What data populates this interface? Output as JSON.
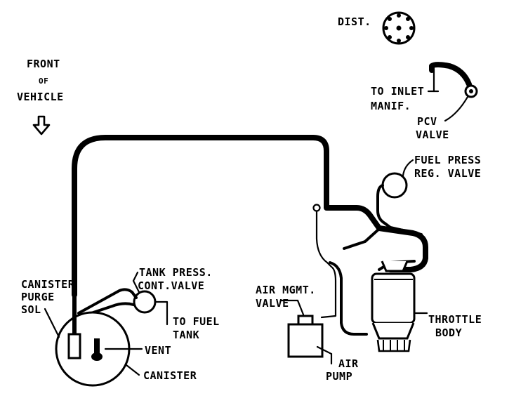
{
  "labels": {
    "dist": "DIST.",
    "front_line1": "FRONT",
    "front_line2": "OF",
    "front_line3": "VEHICLE",
    "to_inlet_line1": "TO INLET",
    "to_inlet_line2": "MANIF.",
    "pcv_line1": "PCV",
    "pcv_line2": "VALVE",
    "fuel_press_line1": "FUEL PRESS",
    "fuel_press_line2": "REG. VALVE",
    "tank_press_line1": "TANK PRESS.",
    "tank_press_line2": "CONT.VALVE",
    "to_fuel_tank_line1": "TO FUEL",
    "to_fuel_tank_line2": "TANK",
    "canister_purge_line1": "CANISTER",
    "canister_purge_line2": "PURGE",
    "canister_purge_line3": "SOL",
    "vent": "VENT",
    "canister": "CANISTER",
    "air_mgmt_line1": "AIR MGMT.",
    "air_mgmt_line2": "VALVE",
    "throttle_body_line1": "THROTTLE",
    "throttle_body_line2": "BODY",
    "air_pump_line1": "AIR",
    "air_pump_line2": "PUMP"
  },
  "colors": {
    "line": "#000000",
    "background": "#ffffff"
  },
  "icons": {
    "front_arrow": "down-arrow-outline",
    "distributor": "distributor-cap-symbol"
  }
}
